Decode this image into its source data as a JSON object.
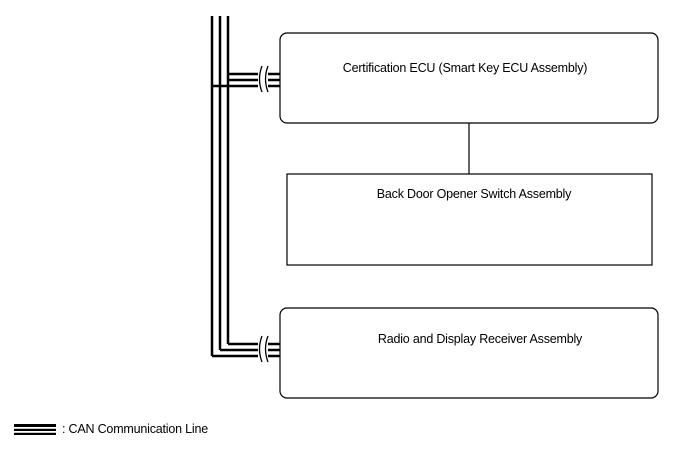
{
  "components": {
    "certification_ecu": {
      "label": "Certification ECU (Smart Key ECU Assembly)"
    },
    "back_door_switch": {
      "label": "Back Door Opener Switch Assembly"
    },
    "radio_receiver": {
      "label": "Radio and Display Receiver Assembly"
    }
  },
  "legend": {
    "label": ": CAN Communication Line"
  }
}
